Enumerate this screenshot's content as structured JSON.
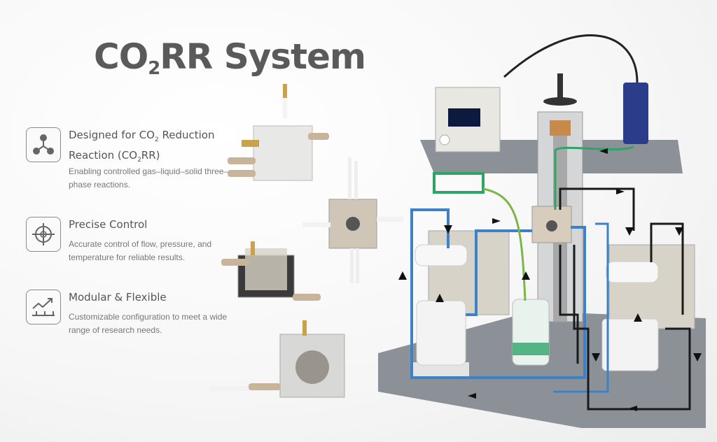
{
  "title": {
    "prefix": "CO",
    "subscript": "2",
    "suffix": "RR System"
  },
  "features": [
    {
      "icon": "molecule-icon",
      "heading_parts": [
        "Designed for CO",
        "2",
        " Reduction Reaction (CO",
        "2",
        "RR)"
      ],
      "description": "Enabling controlled gas–liquid–solid three–phase reactions."
    },
    {
      "icon": "target-crosshair-icon",
      "heading": "Precise Control",
      "description": "Accurate control of flow, pressure, and temperature for reliable results."
    },
    {
      "icon": "growth-chart-icon",
      "heading": "Modular & Flexible",
      "description": "Customizable configuration to meet a wide range of research needs."
    }
  ],
  "colors": {
    "blue_tube": "#3b82c8",
    "green_tube": "#7ab648",
    "black_tube": "#1a1a1a",
    "plate": "#8c9097"
  }
}
